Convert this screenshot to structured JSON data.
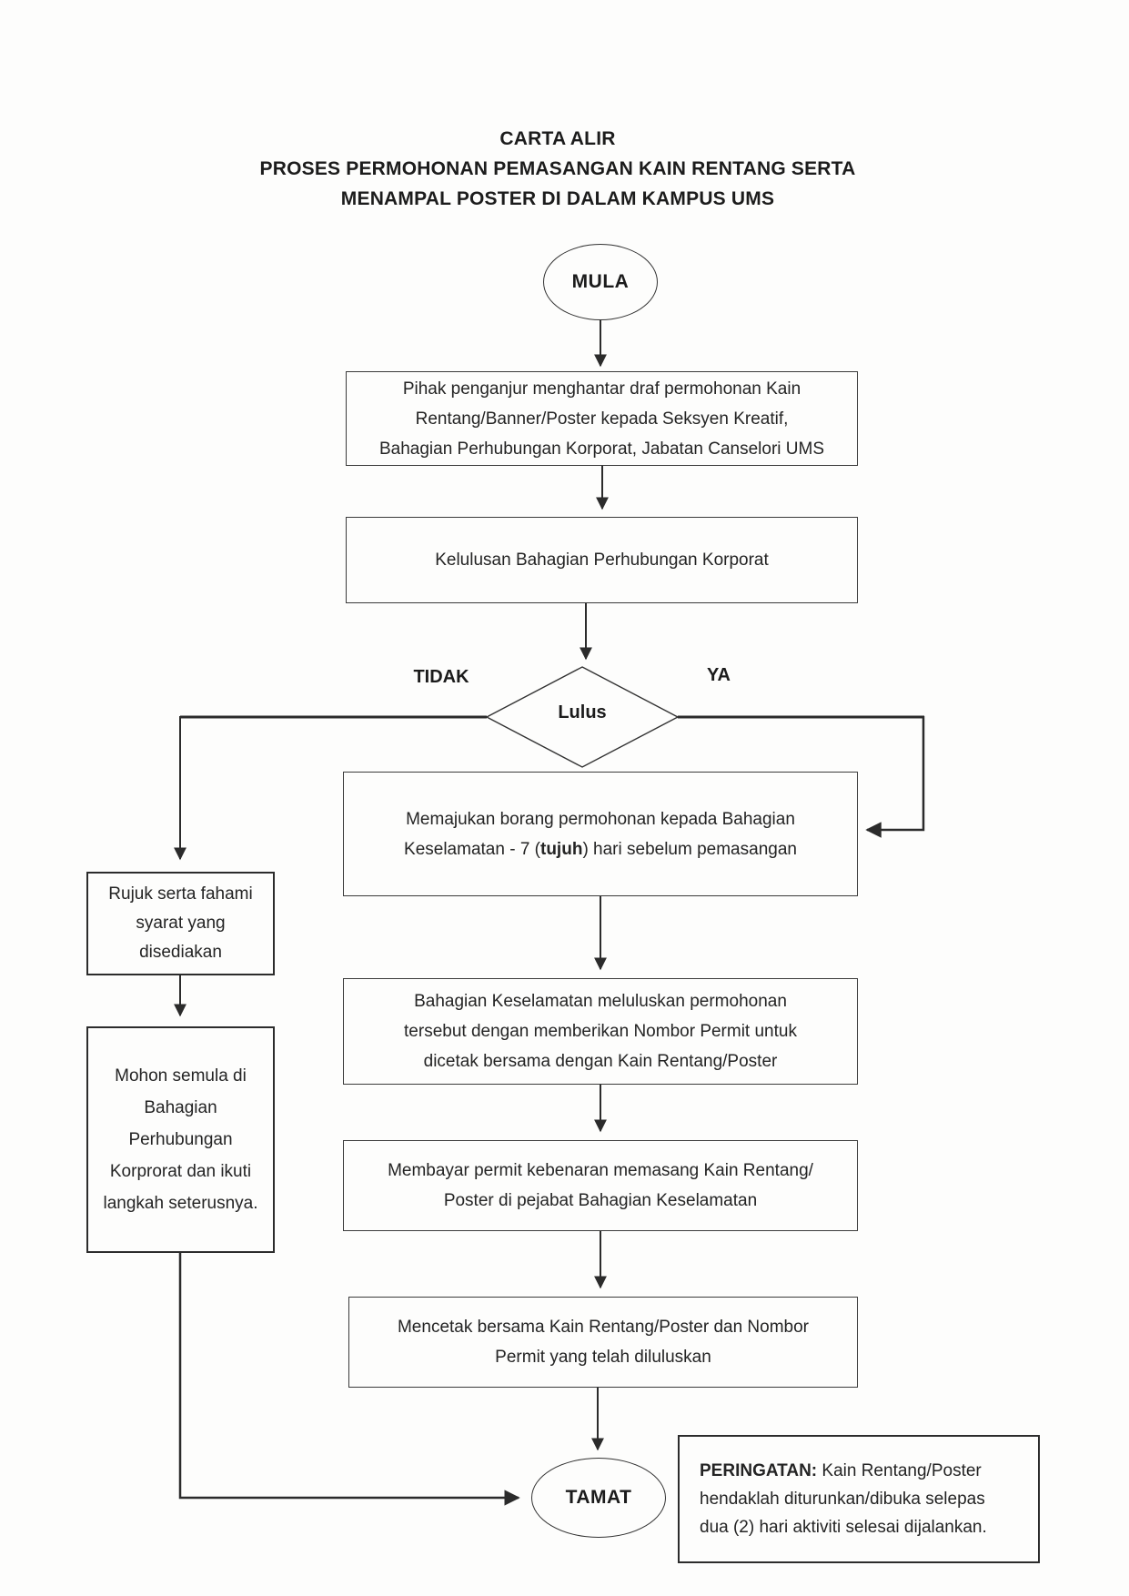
{
  "page": {
    "title_lines": [
      "CARTA ALIR",
      "PROSES PERMOHONAN PEMASANGAN KAIN RENTANG SERTA",
      "MENAMPAL POSTER DI DALAM KAMPUS UMS"
    ]
  },
  "colors": {
    "ink": "#212121",
    "line": "#2b2b2b",
    "paper": "#fdfdfc"
  },
  "flow": {
    "start": {
      "label": "MULA"
    },
    "step_hantar_draf": {
      "lines": [
        "Pihak penganjur menghantar draf permohonan Kain",
        "Rentang/Banner/Poster kepada Seksyen Kreatif,",
        "Bahagian Perhubungan Korporat, Jabatan Canselori UMS"
      ]
    },
    "step_kelulusan": {
      "label": "Kelulusan Bahagian Perhubungan Korporat"
    },
    "decision": {
      "label": "Lulus",
      "no_label": "TIDAK",
      "yes_label": "YA"
    },
    "step_memajukan": {
      "line1": "Memajukan borang permohonan kepada Bahagian",
      "line2_pre": "Keselamatan - 7 (",
      "line2_bold": "tujuh",
      "line2_post": ") hari sebelum pemasangan"
    },
    "step_rujuk": {
      "lines": [
        "Rujuk serta fahami",
        "syarat yang",
        "disediakan"
      ]
    },
    "step_mohon_semula": {
      "lines": [
        "Mohon semula di",
        "Bahagian",
        "Perhubungan",
        "Korprorat dan ikuti",
        "langkah seterusnya."
      ]
    },
    "step_keselamatan_lulus": {
      "lines": [
        "Bahagian Keselamatan meluluskan permohonan",
        "tersebut dengan memberikan Nombor Permit untuk",
        "dicetak bersama dengan Kain Rentang/Poster"
      ]
    },
    "step_membayar": {
      "lines": [
        "Membayar permit kebenaran memasang Kain Rentang/",
        "Poster di pejabat Bahagian Keselamatan"
      ]
    },
    "step_mencetak": {
      "lines": [
        "Mencetak bersama Kain Rentang/Poster dan Nombor",
        "Permit yang telah diluluskan"
      ]
    },
    "end": {
      "label": "TAMAT"
    },
    "warning": {
      "bold": "PERINGATAN:",
      "line1_rest": " Kain Rentang/Poster",
      "line2": "hendaklah diturunkan/dibuka selepas",
      "line3": "dua (2) hari aktiviti selesai dijalankan."
    }
  }
}
